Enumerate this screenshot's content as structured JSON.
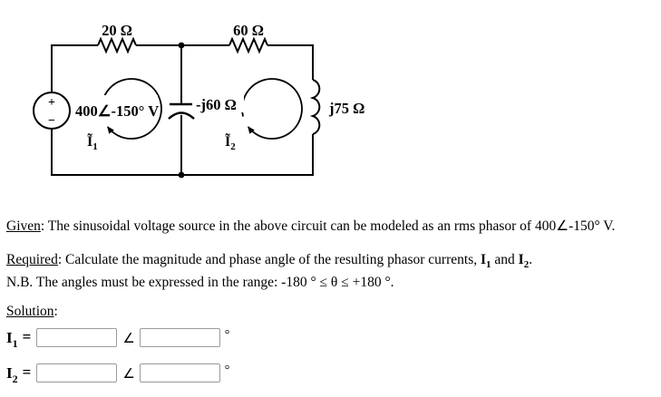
{
  "colors": {
    "ink": "#000000",
    "input_border": "#9b9b9b",
    "background": "#ffffff"
  },
  "circuit": {
    "r1_label": "20 Ω",
    "r2_label": "60 Ω",
    "source_label": "400∠-150° V",
    "source_plus": "+",
    "source_minus": "−",
    "cap_label": "-j60 Ω",
    "ind_label": "j75 Ω",
    "mesh1": {
      "sym": "Ĩ",
      "sub": "1"
    },
    "mesh2": {
      "sym": "Ĩ",
      "sub": "2"
    }
  },
  "problem": {
    "given_label": "Given",
    "given_text": ": The sinusoidal voltage source in the above circuit can be modeled as an rms phasor of 400∠-150° V.",
    "required_label": "Required",
    "required_text": ": Calculate the magnitude and phase angle of the resulting phasor currents, ",
    "current1": {
      "sym": "I",
      "sub": "1"
    },
    "joiner": " and ",
    "current2": {
      "sym": "I",
      "sub": "2"
    },
    "required_end": ".",
    "nb_text": "N.B. The angles must be expressed in the range: -180 ° ≤ θ ≤ +180 °.",
    "solution_label": "Solution",
    "solution_colon": ":"
  },
  "answers": {
    "rows": [
      {
        "sym": "I",
        "sub": "1",
        "eq": "=",
        "angle": "∠",
        "deg": "°",
        "magnitude": "",
        "phase": ""
      },
      {
        "sym": "I",
        "sub": "2",
        "eq": "=",
        "angle": "∠",
        "deg": "°",
        "magnitude": "",
        "phase": ""
      }
    ]
  }
}
